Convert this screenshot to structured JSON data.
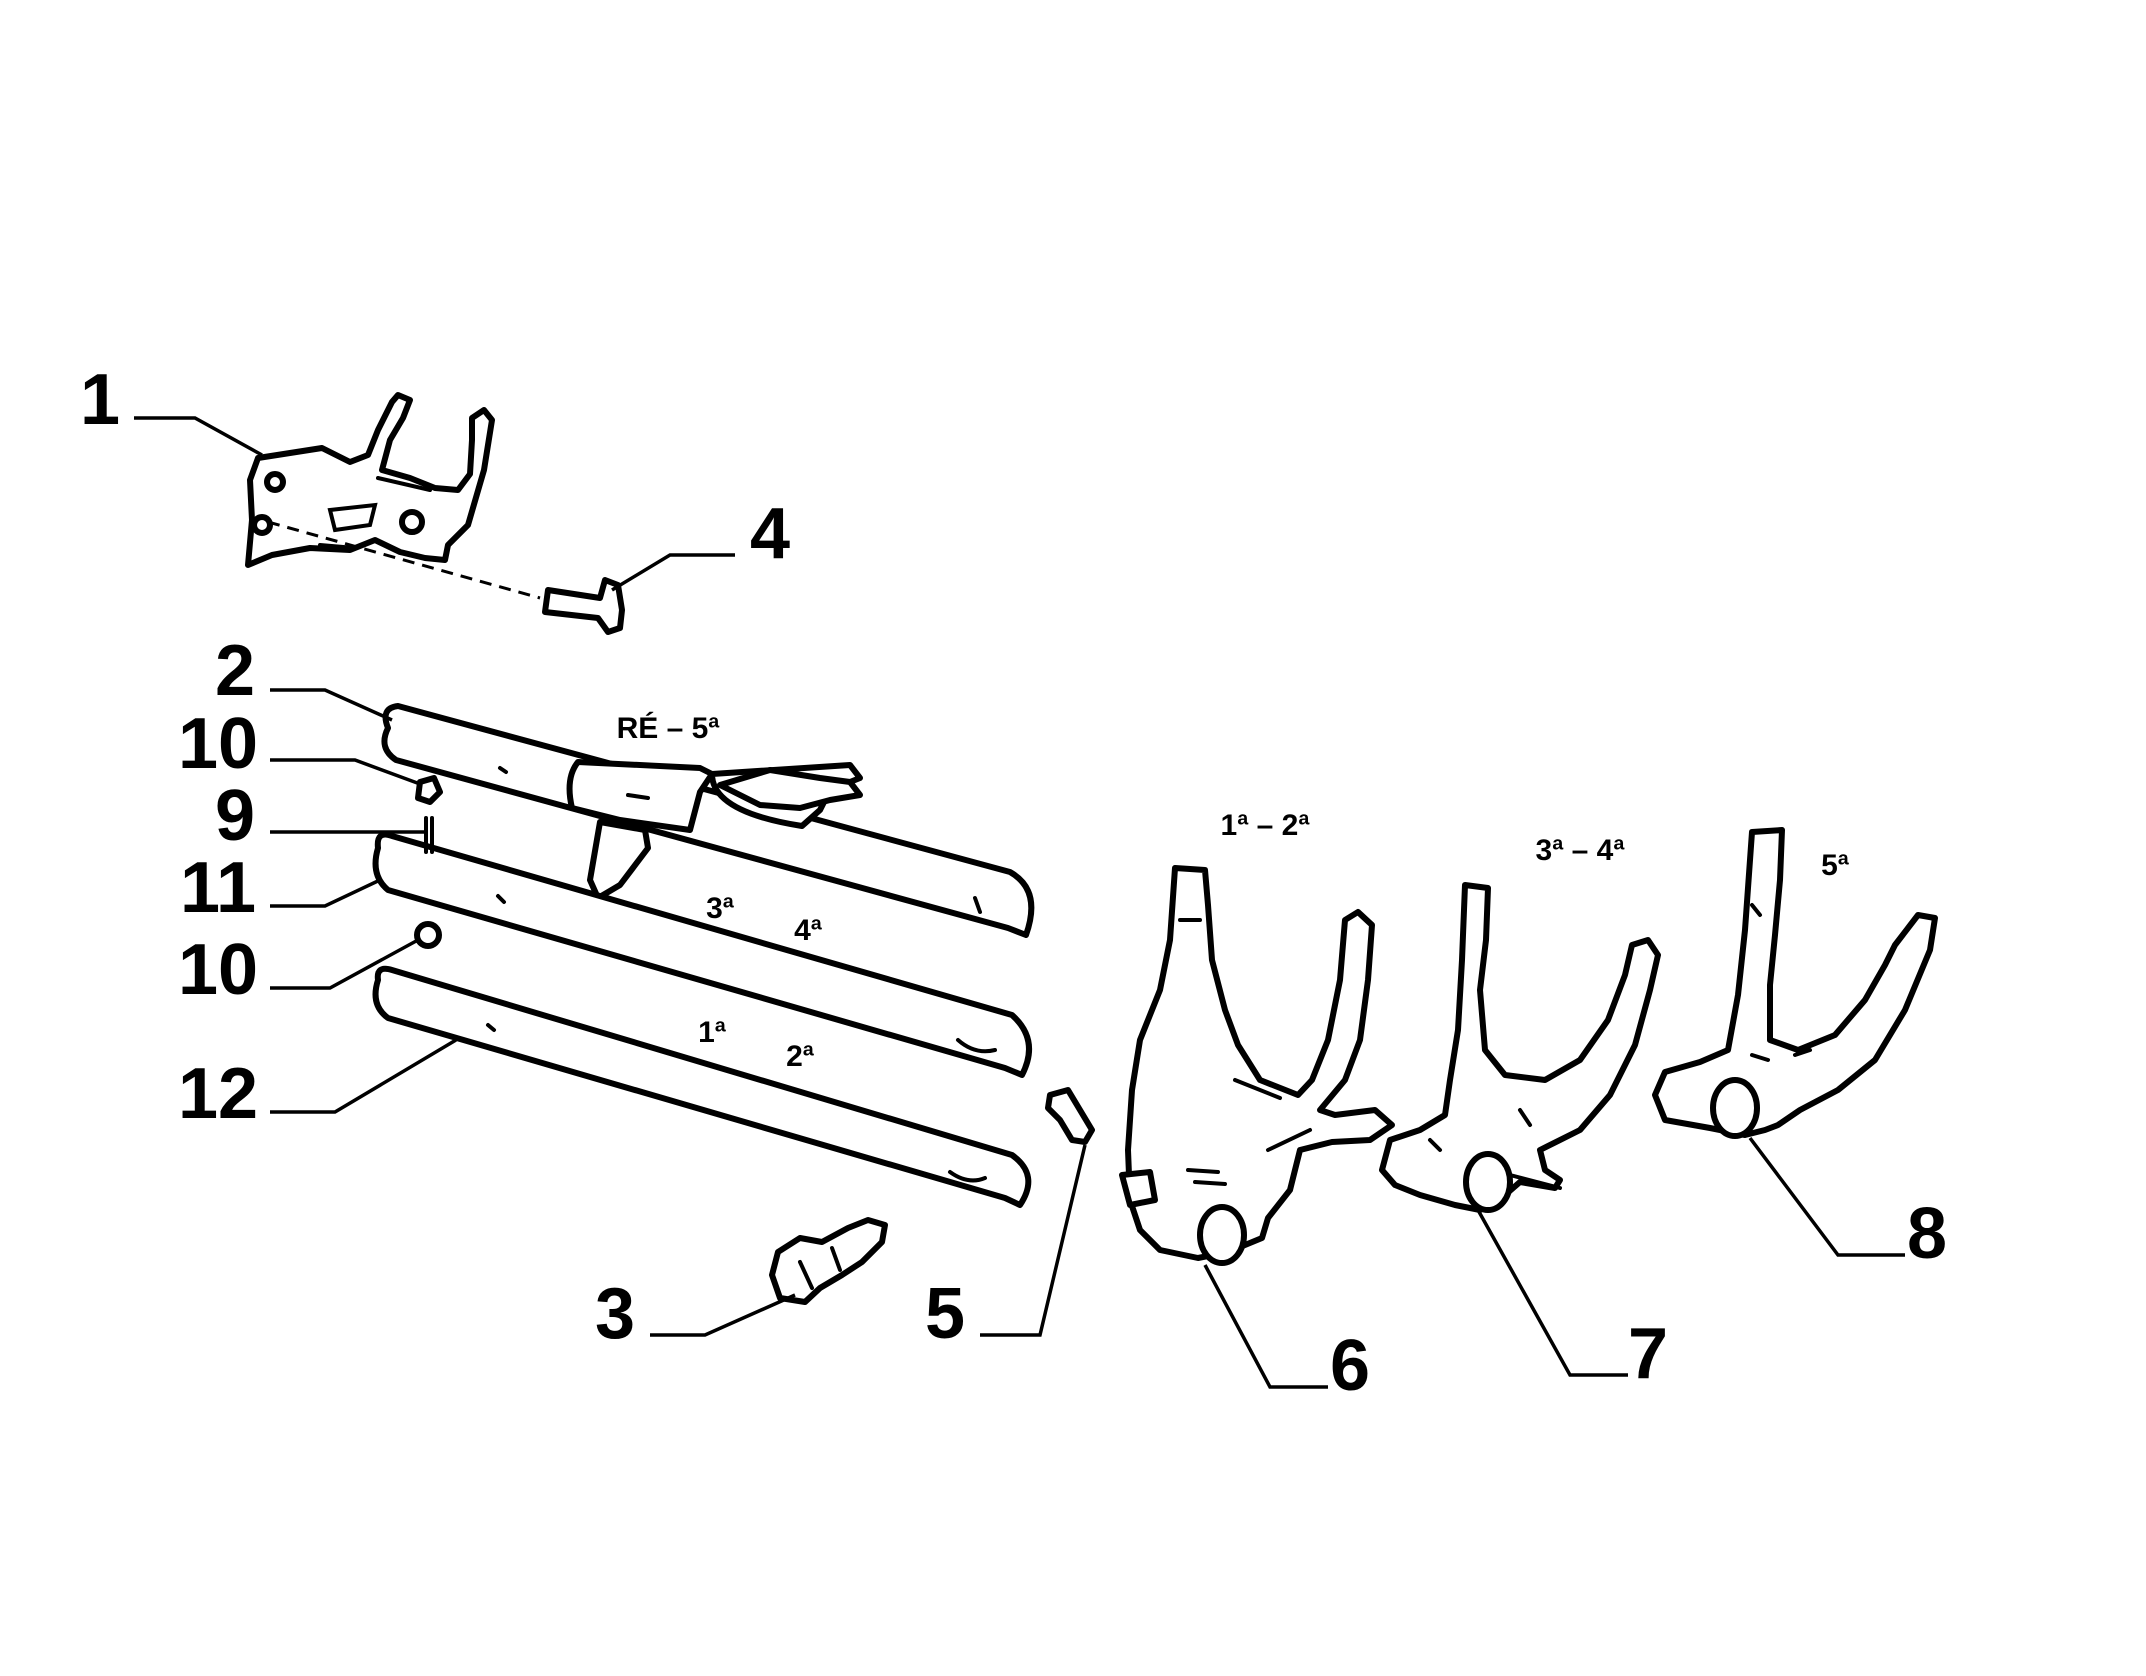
{
  "callouts": [
    "1",
    "2",
    "3",
    "4",
    "5",
    "6",
    "7",
    "8",
    "9",
    "10",
    "10",
    "11",
    "12"
  ],
  "rod_labels": {
    "rod2": "RÉ – 5ª",
    "rod11_a": "3ª",
    "rod11_b": "4ª",
    "rod12_a": "1ª",
    "rod12_b": "2ª"
  },
  "fork_labels": {
    "fork6": "1ª – 2ª",
    "fork7": "3ª – 4ª",
    "fork8": "5ª"
  }
}
